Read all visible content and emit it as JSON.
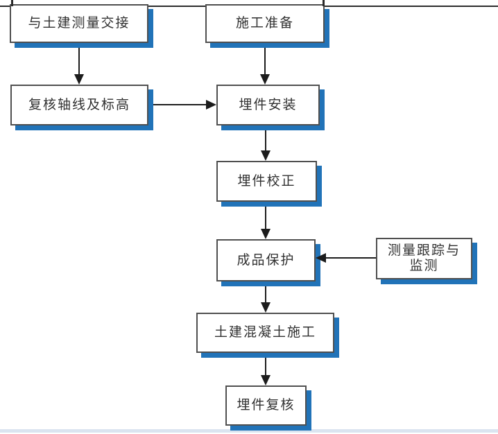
{
  "diagram": {
    "type": "flowchart",
    "nodes": [
      {
        "id": "handover",
        "label": "与土建测量交接"
      },
      {
        "id": "preparation",
        "label": "施工准备"
      },
      {
        "id": "recheck_axis",
        "label": "复核轴线及标高"
      },
      {
        "id": "install",
        "label": "埋件安装"
      },
      {
        "id": "correction",
        "label": "埋件校正"
      },
      {
        "id": "protection",
        "label": "成品保护"
      },
      {
        "id": "monitoring",
        "label": "测量跟踪与监测",
        "line1": "测量跟踪与",
        "line2": "监测"
      },
      {
        "id": "concrete",
        "label": "土建混凝土施工"
      },
      {
        "id": "final_recheck",
        "label": "埋件复核"
      }
    ],
    "edges": [
      {
        "from": "与土建测量交接",
        "to": "复核轴线及标高",
        "direction": "down"
      },
      {
        "from": "施工准备",
        "to": "埋件安装",
        "direction": "down"
      },
      {
        "from": "复核轴线及标高",
        "to": "埋件安装",
        "direction": "right"
      },
      {
        "from": "埋件安装",
        "to": "埋件校正",
        "direction": "down"
      },
      {
        "from": "埋件校正",
        "to": "成品保护",
        "direction": "down"
      },
      {
        "from": "测量跟踪与监测",
        "to": "成品保护",
        "direction": "left"
      },
      {
        "from": "成品保护",
        "to": "土建混凝土施工",
        "direction": "down"
      },
      {
        "from": "土建混凝土施工",
        "to": "埋件复核",
        "direction": "down"
      }
    ],
    "colors": {
      "box_fill": "#ffffff",
      "box_border": "#4f4f4f",
      "box_shadow_blue": "#2173b8",
      "arrow_black": "#1c1c1c",
      "text": "#303030",
      "top_rule": "#2b2b2b",
      "bottom_rule": "#dbe4f0"
    }
  }
}
